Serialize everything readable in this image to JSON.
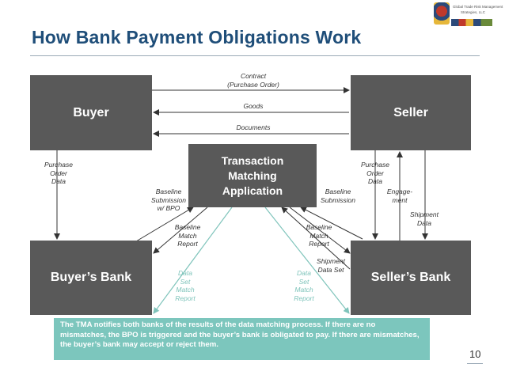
{
  "title": "How Bank Payment Obligations Work",
  "logo": {
    "line1": "Global Trade Risk Management",
    "line2": "Strategies, LLC"
  },
  "boxes": {
    "buyer": "Buyer",
    "seller": "Seller",
    "tma": "Transaction\nMatching\nApplication",
    "buyers_bank": "Buyer’s Bank",
    "sellers_bank": "Seller’s Bank"
  },
  "labels": {
    "contract": "Contract\n(Purchase Order)",
    "goods": "Goods",
    "documents": "Documents",
    "purchase_order_data_left": "Purchase\nOrder\nData",
    "purchase_order_data_right": "Purchase\nOrder\nData",
    "baseline_submission_bpo": "Baseline\nSubmission\nw/ BPO",
    "baseline_submission": "Baseline\nSubmission",
    "engagement": "Engage-\nment",
    "shipment_data": "Shipment\nData",
    "baseline_match_report_left": "Baseline\nMatch\nReport",
    "baseline_match_report_right": "Baseline\nMatch\nReport",
    "shipment_data_set": "Shipment\nData Set",
    "data_set_match_report_left": "Data\nSet\nMatch\nReport",
    "data_set_match_report_right": "Data\nSet\nMatch\nReport"
  },
  "note": "The TMA notifies both banks of the results of the data matching process.  If there are no mismatches, the BPO is triggered and the buyer’s bank is obligated to pay.  If there are mismatches, the buyer’s bank may accept or reject them.",
  "page_number": "10",
  "colors": {
    "title": "#1f4e79",
    "box": "#595959",
    "note_bg": "#7cc6bd",
    "teal_arrow": "#7fc4bb"
  }
}
